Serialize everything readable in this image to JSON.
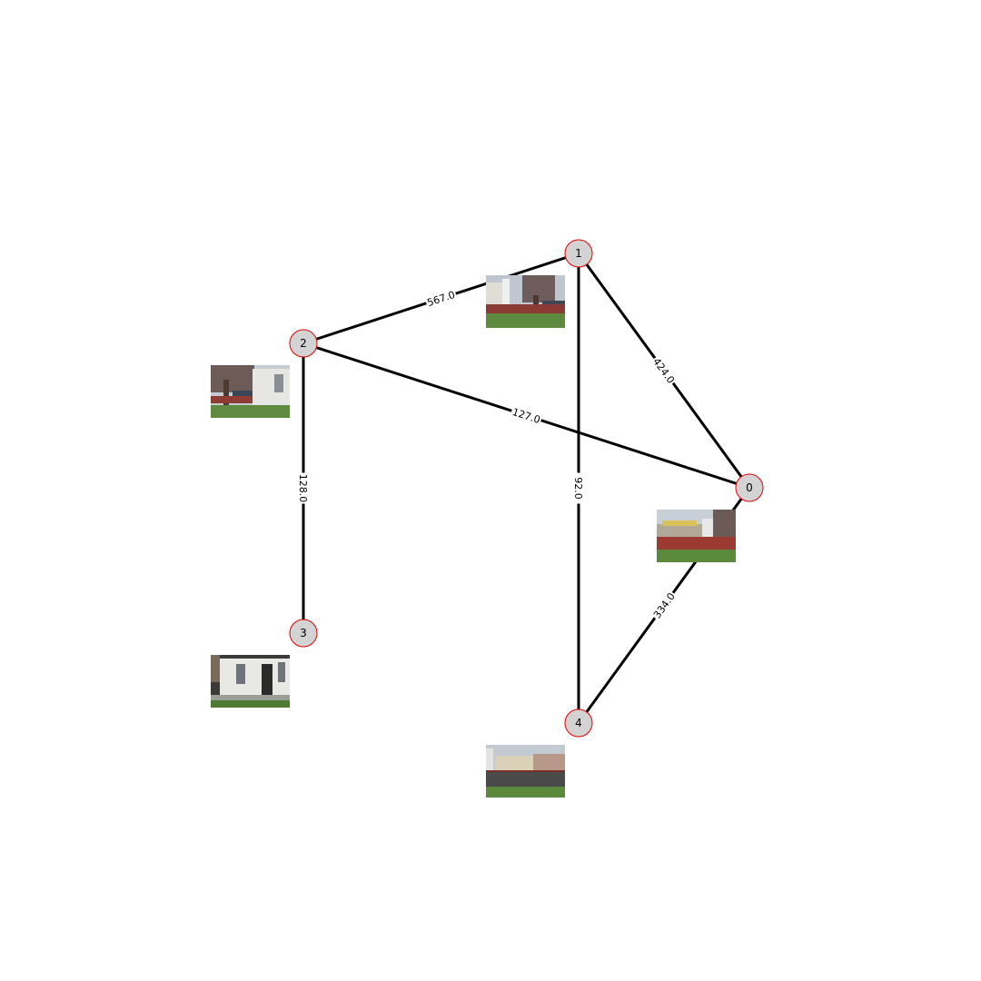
{
  "graph": {
    "colors": {
      "edge": "#000000",
      "node_fill": "#d3d3d3",
      "node_stroke": "#e00000",
      "background": "#ffffff"
    },
    "nodes": [
      {
        "id": "0",
        "label": "0",
        "thumbnail": "house-yard-with-red-fence-photo"
      },
      {
        "id": "1",
        "label": "1",
        "thumbnail": "tree-and-parked-cars-photo"
      },
      {
        "id": "2",
        "label": "2",
        "thumbnail": "tree-beside-white-house-photo"
      },
      {
        "id": "3",
        "label": "3",
        "thumbnail": "white-house-door-photo"
      },
      {
        "id": "4",
        "label": "4",
        "thumbnail": "fenced-yard-photo"
      }
    ],
    "edges": [
      {
        "source": "1",
        "target": "2",
        "weight": "567.0"
      },
      {
        "source": "1",
        "target": "0",
        "weight": "424.0"
      },
      {
        "source": "2",
        "target": "0",
        "weight": "127.0"
      },
      {
        "source": "2",
        "target": "3",
        "weight": "128.0"
      },
      {
        "source": "1",
        "target": "4",
        "weight": "92.0"
      },
      {
        "source": "0",
        "target": "4",
        "weight": "334.0"
      }
    ]
  }
}
